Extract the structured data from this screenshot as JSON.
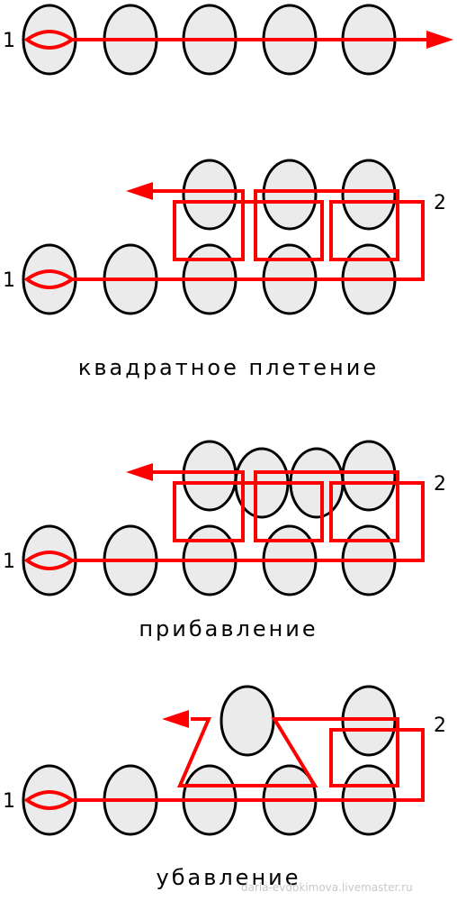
{
  "colors": {
    "thread": "#ff0000",
    "bead_fill": "#ebebeb",
    "bead_stroke": "#000000"
  },
  "labels": {
    "start": "1",
    "return": "2"
  },
  "sections": [
    {
      "caption": ""
    },
    {
      "caption": "квадратное плетение"
    },
    {
      "caption": "прибавление"
    },
    {
      "caption": "убавление"
    }
  ],
  "watermark": "daria-evdokimova.livemaster.ru"
}
